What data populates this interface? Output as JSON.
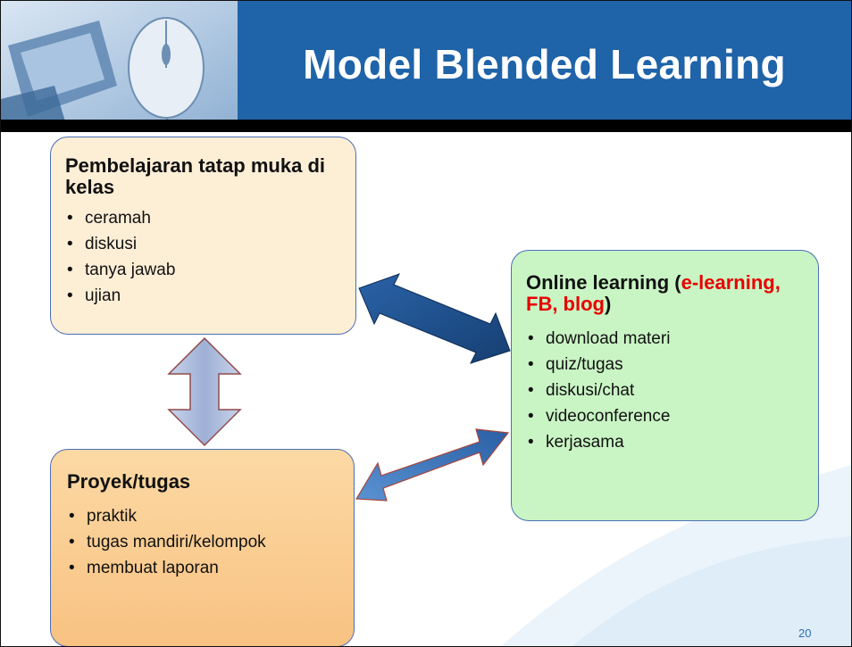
{
  "slide": {
    "title": "Model Blended Learning",
    "page_number": "20"
  },
  "boxes": {
    "face_to_face": {
      "title": "Pembelajaran tatap muka di kelas",
      "items": [
        "ceramah",
        "diskusi",
        "tanya jawab",
        "ujian"
      ]
    },
    "project": {
      "title": "Proyek/tugas",
      "items": [
        "praktik",
        "tugas mandiri/kelompok",
        "membuat laporan"
      ]
    },
    "online": {
      "title_start": "Online learning (",
      "title_highlight": "e-learning, FB, blog",
      "title_end": ")",
      "items": [
        "download materi",
        "quiz/tugas",
        "diskusi/chat",
        "videoconference",
        "kerjasama"
      ]
    }
  },
  "colors": {
    "title_bar": "#1f63a8",
    "highlight_red": "#e80000",
    "box_face_to_face": "#fdeed6",
    "box_project": "#f8c282",
    "box_online": "#c9f5c4",
    "arrow_dark": "#1a4e8a",
    "arrow_light": "#aab8da",
    "arrow_medium": "#3f79c0"
  },
  "icons": [
    "laptop-keyboard-icon",
    "computer-mouse-icon"
  ]
}
